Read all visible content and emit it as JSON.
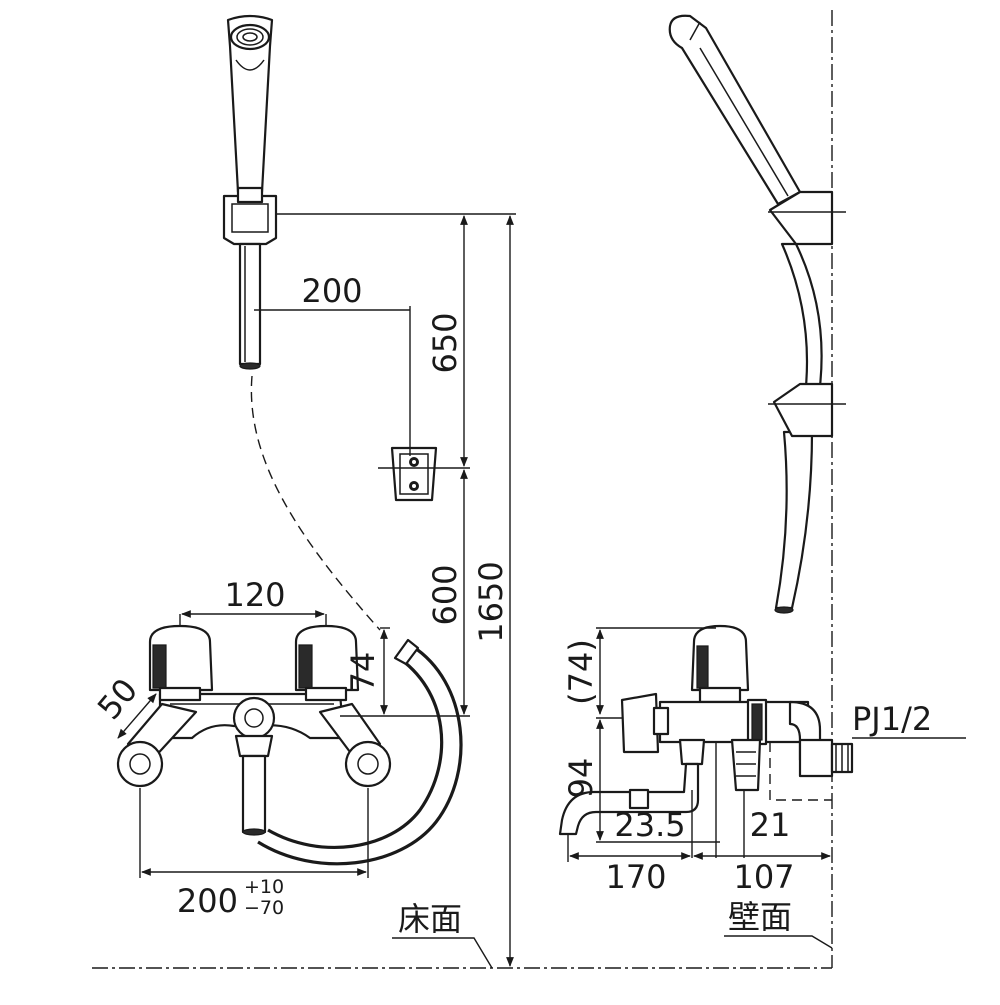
{
  "dimensions": {
    "d_200_top": "200",
    "d_650": "650",
    "d_600": "600",
    "d_1650": "1650",
    "d_120": "120",
    "d_74": "74",
    "d_50": "50",
    "d_200_bottom": "200",
    "tol_plus": "+10",
    "tol_minus": "−70",
    "d_74_paren": "(74)",
    "d_94": "94",
    "d_23_5": "23.5",
    "d_21": "21",
    "d_170": "170",
    "d_107": "107",
    "thread": "PJ1/2"
  },
  "labels": {
    "floor": "床面",
    "wall": "壁面"
  }
}
